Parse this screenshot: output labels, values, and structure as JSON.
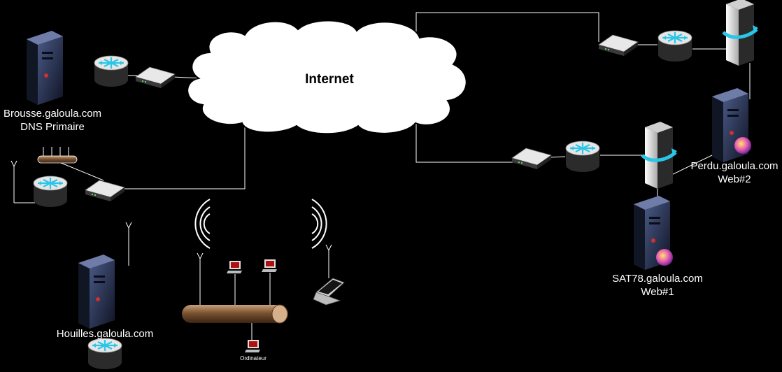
{
  "labels": {
    "internet": "Internet",
    "brousse_host": "Brousse.galoula.com",
    "brousse_role": "DNS Primaire",
    "houilles_host": "Houilles.galoula.com",
    "perdu_host": "Perdu.galoula.com",
    "perdu_role": "Web#2",
    "sat78_host": "SAT78.galoula.com",
    "sat78_role": "Web#1",
    "ordinateur": "Ordinateur"
  },
  "colors": {
    "background": "#000000",
    "wire": "#ffffff",
    "cloud_fill": "#ffffff",
    "router_body": "#2b2b2b",
    "router_arrow": "#29c6e8",
    "server_body": "#1b2238",
    "monitor_screen": "#b01010",
    "pipe": "#7a5230"
  },
  "icons": [
    "server-icon",
    "router-icon",
    "modem-icon",
    "firewall-icon",
    "hub-icon",
    "antenna-icon",
    "computer-icon",
    "laptop-icon",
    "wireless-signal-icon",
    "cloud-icon",
    "web-globe-icon"
  ]
}
